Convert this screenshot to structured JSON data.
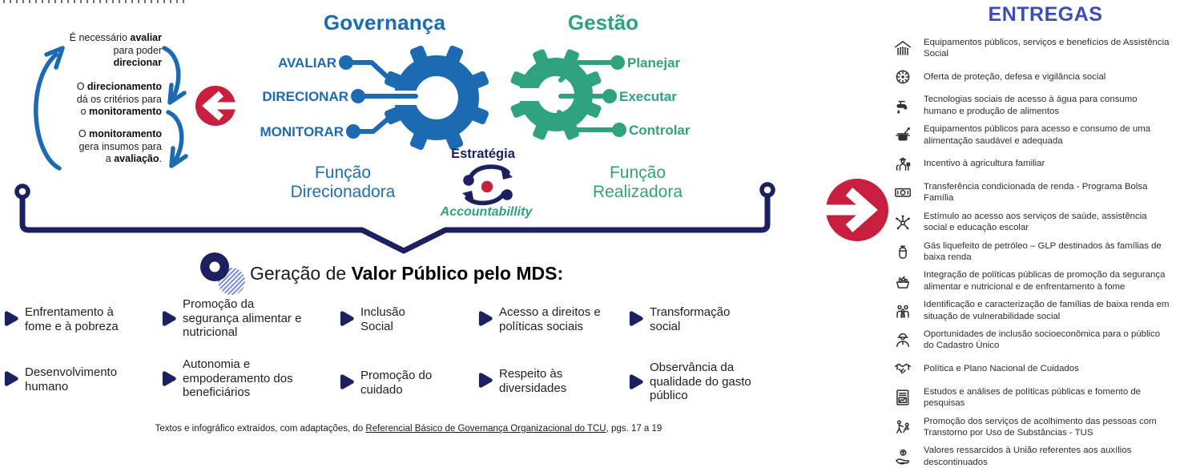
{
  "colors": {
    "blue": "#1c6bb2",
    "green": "#2fa37e",
    "navy": "#1b2160",
    "red": "#c81f3e",
    "indigo": "#3d4db7"
  },
  "left_cycle": {
    "blocks": [
      {
        "segments": [
          {
            "t": "É necessário "
          },
          {
            "t": "avaliar",
            "b": true
          },
          {
            "br": true
          },
          {
            "t": "para poder"
          },
          {
            "br": true
          },
          {
            "t": "direcionar",
            "b": true
          }
        ]
      },
      {
        "segments": [
          {
            "t": "O "
          },
          {
            "t": "direcionamento",
            "b": true
          },
          {
            "br": true
          },
          {
            "t": "dá os critérios para"
          },
          {
            "br": true
          },
          {
            "t": "o "
          },
          {
            "t": "monitoramento",
            "b": true
          }
        ]
      },
      {
        "segments": [
          {
            "t": "O "
          },
          {
            "t": "monitoramento",
            "b": true
          },
          {
            "br": true
          },
          {
            "t": "gera insumos para"
          },
          {
            "br": true
          },
          {
            "t": "a "
          },
          {
            "t": "avaliação",
            "b": true
          },
          {
            "t": "."
          }
        ]
      }
    ]
  },
  "governance": {
    "title": "Governança",
    "labels": [
      "AVALIAR",
      "DIRECIONAR",
      "MONITORAR"
    ],
    "funcao_line1": "Função",
    "funcao_line2": "Direcionadora"
  },
  "management": {
    "title": "Gestão",
    "labels": [
      "Planejar",
      "Executar",
      "Controlar"
    ],
    "funcao_line1": "Função",
    "funcao_line2": "Realizadora"
  },
  "center": {
    "estrategia": "Estratégia",
    "accountability": "Accountabillity"
  },
  "valor_publico": {
    "title_segments": [
      {
        "t": "Geração de "
      },
      {
        "t": "Valor Público pelo MDS:",
        "b": true
      }
    ],
    "items": [
      "Enfrentamento à fome e à pobreza",
      "Promoção da segurança alimentar e nutricional",
      "Inclusão Social",
      "Acesso a direitos e políticas sociais",
      "Transformação social",
      "Desenvolvimento humano",
      "Autonomia e empoderamento dos beneficiários",
      "Promoção do cuidado",
      "Respeito às diversidades",
      "Observância da qualidade do gasto público"
    ]
  },
  "entregas": {
    "title": "ENTREGAS",
    "items": [
      {
        "icon": "shelter-house-icon",
        "text": "Equipamentos públicos, serviços e benefícios de Assistência Social"
      },
      {
        "icon": "social-protection-icon",
        "text": "Oferta de proteção, defesa e vigilância social"
      },
      {
        "icon": "water-faucet-icon",
        "text": "Tecnologias sociais de acesso à água para consumo humano e produção de alimentos"
      },
      {
        "icon": "cooking-pot-icon",
        "text": "Equipamentos públicos para acesso e consumo de uma alimentação saudável e adequada"
      },
      {
        "icon": "farmer-icon",
        "text": "Incentivo à agricultura familiar"
      },
      {
        "icon": "banknote-icon",
        "text": "Transferência condicionada de renda - Programa Bolsa Família"
      },
      {
        "icon": "services-network-icon",
        "text": "Estímulo ao acesso aos serviços de saúde, assistência social e educação escolar"
      },
      {
        "icon": "gas-cylinder-icon",
        "text": "Gás liquefeito de petróleo – GLP destinados às famílias de baixa renda"
      },
      {
        "icon": "food-basket-icon",
        "text": "Integração de políticas públicas de promoção da segurança alimentar e nutricional e de enfrentamento à fome"
      },
      {
        "icon": "family-group-icon",
        "text": "Identificação e caracterização de famílias de baixa renda em situação de vulnerabilidade social"
      },
      {
        "icon": "worker-icon",
        "text": "Oportunidades de inclusão socioeconômica para o público do Cadastro Único"
      },
      {
        "icon": "handshake-icon",
        "text": "Política e Plano Nacional de Cuidados"
      },
      {
        "icon": "report-document-icon",
        "text": "Estudos e análises de políticas públicas e fomento de pesquisas"
      },
      {
        "icon": "people-support-icon",
        "text": "Promoção dos serviços de acolhimento das pessoas com Transtorno por Uso de Substâncias - TUS"
      },
      {
        "icon": "hand-money-icon",
        "text": "Valores ressarcidos à União referentes aos auxílios descontinuados"
      }
    ]
  },
  "footer": {
    "prefix": "Textos e infográfico extraídos, com adaptações, do ",
    "link": "Referencial Básico de Governança Organizacional do TCU",
    "suffix": ", pgs. 17 a 19"
  }
}
